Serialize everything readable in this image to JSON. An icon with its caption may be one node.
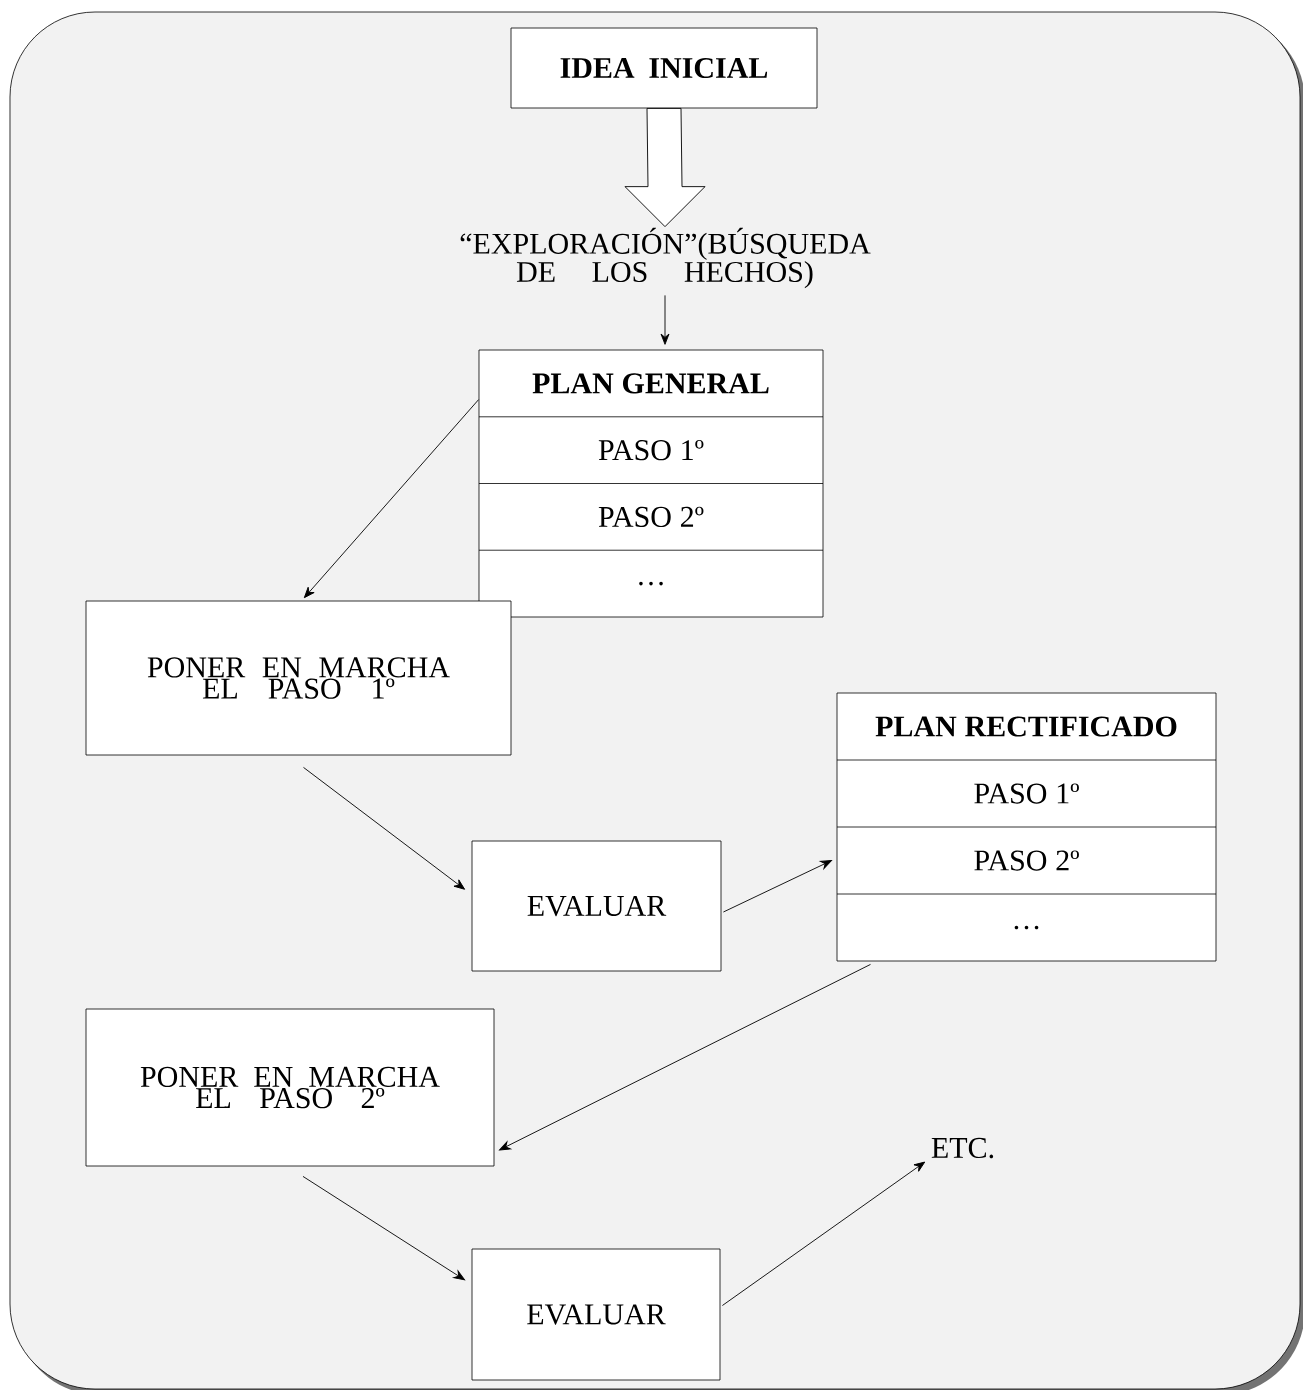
{
  "diagram": {
    "nodes": [
      {
        "text": [
          "IDEA INICIAL"
        ]
      },
      {
        "text": [
          "“EXPLORACIÓN”(BÚSQUEDA DE LOS HECHOS)"
        ]
      },
      {
        "text": [
          "PLAN GENERAL",
          "PASO 1º",
          "PASO 2º",
          "…"
        ]
      },
      {
        "text": [
          "PONER EN MARCHA EL PASO 1º"
        ]
      },
      {
        "text": [
          "EVALUAR"
        ]
      },
      {
        "text": [
          "PLAN RECTIFICADO",
          "PASO 1º",
          "PASO 2º",
          "…"
        ]
      },
      {
        "text": [
          "PONER EN MARCHA EL PASO 2º"
        ]
      },
      {
        "text": [
          "EVALUAR"
        ]
      },
      {
        "text": [
          "ETC."
        ]
      }
    ],
    "edges": [
      {
        "from": 0,
        "to": 1,
        "arrow": "to"
      },
      {
        "from": 1,
        "to": 2,
        "arrow": "to"
      },
      {
        "from": 2,
        "to": 3,
        "arrow": "to"
      },
      {
        "from": 3,
        "to": 4,
        "arrow": "to"
      },
      {
        "from": 4,
        "to": 5,
        "arrow": "to"
      },
      {
        "from": 5,
        "to": 6,
        "arrow": "to"
      },
      {
        "from": 6,
        "to": 7,
        "arrow": "to"
      },
      {
        "from": 7,
        "to": 8,
        "arrow": "to"
      }
    ]
  }
}
